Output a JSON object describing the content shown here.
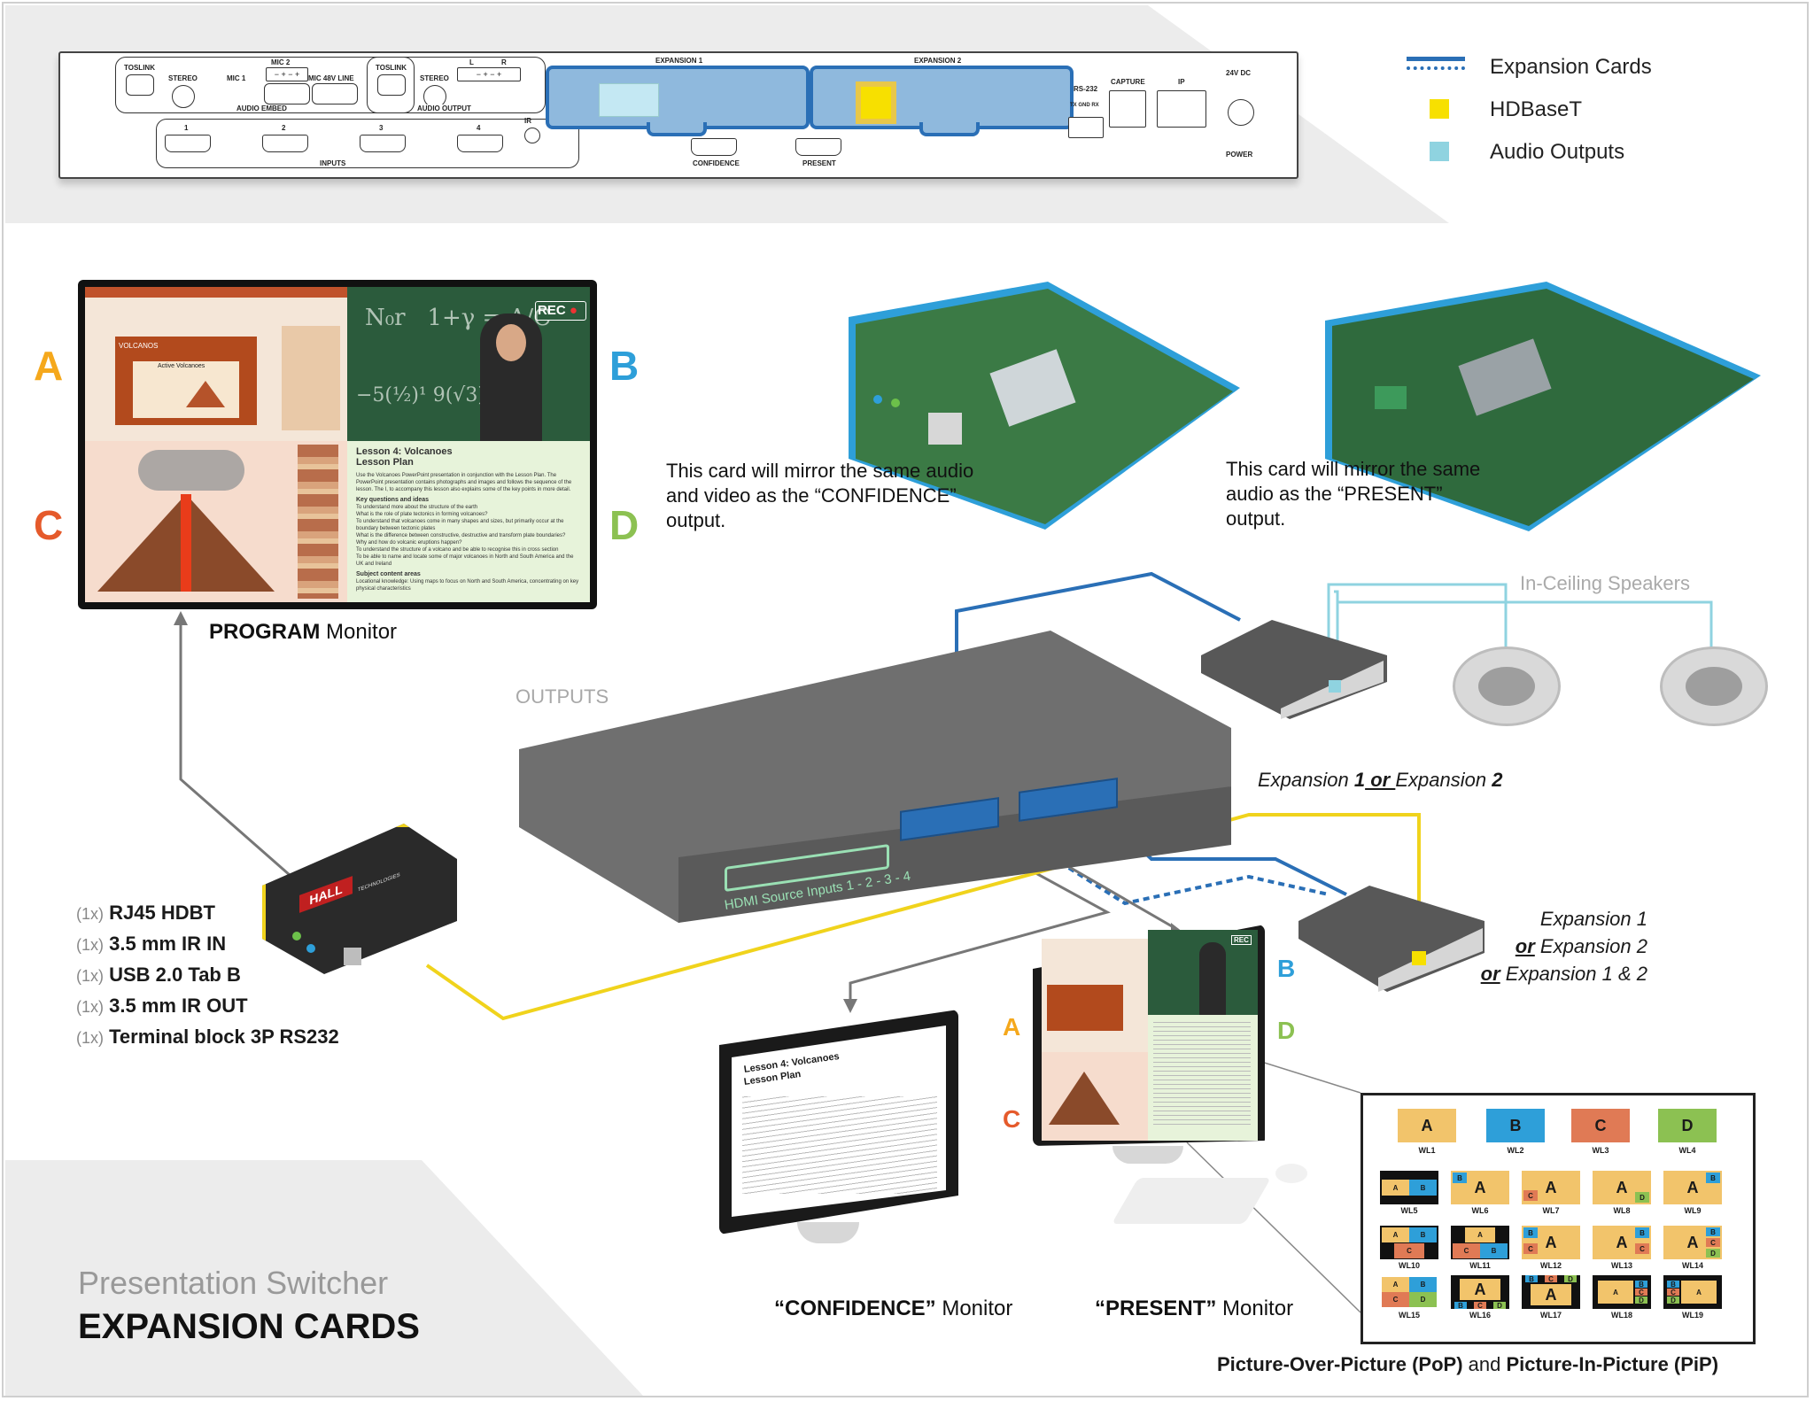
{
  "panel": {
    "toslink1": "TOSLINK",
    "stereo1": "STEREO",
    "mic1": "MIC 1",
    "mic2": "MIC 2",
    "mic48": "MIC 48V LINE",
    "audio_embed": "AUDIO EMBED",
    "toslink2": "TOSLINK",
    "stereo2": "STEREO",
    "audio_output": "AUDIO OUTPUT",
    "l": "L",
    "r": "R",
    "mic_pins": "− + − +",
    "out_pins": "− + − +",
    "inputs": [
      "1",
      "2",
      "3",
      "4"
    ],
    "inputs_label": "INPUTS",
    "ir": "IR",
    "expansion1": "EXPANSION 1",
    "expansion2": "EXPANSION 2",
    "confidence": "CONFIDENCE",
    "present": "PRESENT",
    "rs232": "RS-232",
    "rs232_pins": "TX GND RX",
    "capture": "CAPTURE",
    "ip": "IP",
    "power_dc": "24V DC",
    "power": "POWER"
  },
  "legend": {
    "expansion": "Expansion Cards",
    "hdbaset": "HDBaseT",
    "audio": "Audio Outputs",
    "colors": {
      "expansion": "#2a6fb6",
      "hdbaset": "#f7e000",
      "audio": "#8fd3e0"
    }
  },
  "program": {
    "letters": [
      "A",
      "B",
      "C",
      "D"
    ],
    "caption_bold": "PROGRAM",
    "caption_rest": " Monitor",
    "rec": "REC",
    "slide_title": "VOLCANOS",
    "slide_sub": "Active Volcanoes",
    "lesson_title": "Lesson 4: Volcanoes",
    "lesson_sub": "Lesson Plan",
    "lesson_intro": "Use the Volcanoes PowerPoint presentation in conjunction with the Lesson Plan. The PowerPoint presentation contains photographs and images and follows the sequence of the lesson. The I, to accompany this lesson also explains some of the key points in more detail.",
    "kq_title": "Key questions and ideas",
    "kq": [
      "To understand more about the structure of the earth",
      "What is the role of plate tectonics in forming volcanoes?",
      "To understand that volcanoes come in many shapes and sizes, but primarily occur at the boundary between tectonic plates",
      "What is the difference between constructive, destructive and transform plate boundaries?",
      "Why and how do volcanic eruptions happen?",
      "To understand the structure of a volcano and be able to recognise this in cross section",
      "To be able to name and locate some of major volcanoes in North and South America and the UK and Ireland"
    ],
    "sc_title": "Subject content areas",
    "sc": "Locational knowledge: Using maps to focus on North and South America, concentrating on key physical characteristics"
  },
  "cards": {
    "card1": "This card will mirror the same audio and video as the “CONFIDENCE” output.",
    "card2": "This card will mirror the same audio as the “PRESENT” output.",
    "speakers": "In-Ceiling Speakers",
    "outputs": "OUTPUTS",
    "hdmi_inputs": "HDMI Source Inputs 1 - 2 - 3 - 4",
    "exp_either_a": "Expansion ",
    "exp_either_b": "1",
    "exp_either_c": " or ",
    "exp_either_d": "Expansion ",
    "exp_either_e": "2",
    "exp_r1": "Expansion 1",
    "exp_r2a": "or",
    "exp_r2b": " Expansion 2",
    "exp_r3a": "or",
    "exp_r3b": " Expansion 1 & 2"
  },
  "hdbt": {
    "brand": "HALL",
    "brand_sub": "TECHNOLOGIES",
    "features": [
      {
        "qty": "(1x)",
        "text": "RJ45 HDBT"
      },
      {
        "qty": "(1x)",
        "text": "3.5 mm IR IN"
      },
      {
        "qty": "(1x)",
        "text": "USB 2.0 Tab B"
      },
      {
        "qty": "(1x)",
        "text": "3.5 mm IR OUT"
      },
      {
        "qty": "(1x)",
        "text": "Terminal block 3P RS232"
      }
    ]
  },
  "monitors": {
    "confidence_bold": "“CONFIDENCE”",
    "confidence_rest": " Monitor",
    "present_bold": "“PRESENT”",
    "present_rest": " Monitor",
    "present_letters": [
      "A",
      "B",
      "C",
      "D"
    ]
  },
  "title": {
    "sub": "Presentation Switcher",
    "main": "EXPANSION CARDS"
  },
  "layouts": {
    "caption_b1": "Picture-Over-Picture (PoP)",
    "caption_and": " and ",
    "caption_b2": "Picture-In-Picture (PiP)",
    "names": [
      "WL1",
      "WL2",
      "WL3",
      "WL4",
      "WL5",
      "WL6",
      "WL7",
      "WL8",
      "WL9",
      "WL10",
      "WL11",
      "WL12",
      "WL13",
      "WL14",
      "WL15",
      "WL16",
      "WL17",
      "WL18",
      "WL19"
    ],
    "tile_letters": [
      "A",
      "B",
      "C",
      "D"
    ],
    "colors": {
      "A": "#f2c46b",
      "B": "#2e9fd9",
      "C": "#e07a55",
      "D": "#8cc152"
    }
  }
}
